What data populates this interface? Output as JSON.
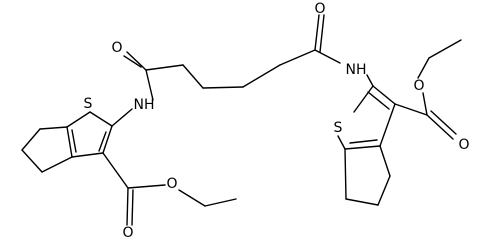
{
  "structure": {
    "atom_labels": {
      "s_left": "S",
      "nh_left": "NH",
      "o_left_amide": "O",
      "o_right_amide": "O",
      "nh_right": "NH",
      "s_right": "S",
      "o_left_ester_carbonyl": "O",
      "o_left_ester_ether": "O",
      "o_right_ester_ether": "O",
      "o_right_ester_carbonyl": "O"
    }
  },
  "colors": {
    "bond": "#000000",
    "label": "#000000",
    "background": "#ffffff"
  }
}
